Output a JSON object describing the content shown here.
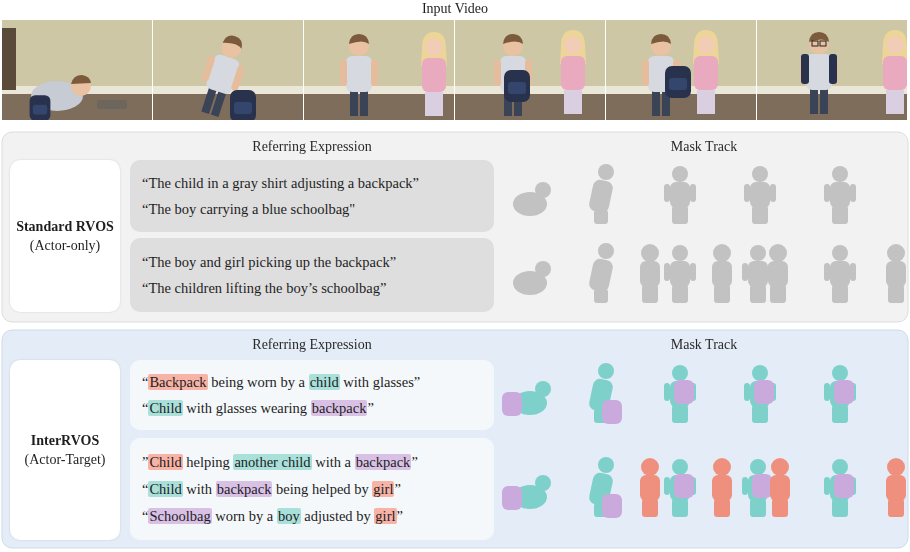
{
  "diagram": {
    "title": "Input Video",
    "nodes": [
      {
        "text": [
          "Referring Expression",
          "Mask Track"
        ]
      },
      {
        "text": [
          "Standard RVOS",
          "(Actor-only)"
        ],
        "in": 0
      },
      {
        "text": [
          "“The child in a gray shirt adjusting a backpack”",
          "“The boy carrying a blue schoolbag\""
        ],
        "in": 0
      },
      {
        "text": [
          "“The boy and girl picking up the backpack”",
          "“The children lifting the boy’s schoolbag”"
        ],
        "in": 0
      },
      {
        "text": [
          "Referring Expression",
          "Mask Track"
        ]
      },
      {
        "text": [
          "InterRVOS",
          "(Actor-Target)"
        ],
        "in": 4
      },
      {
        "text": [
          "“Backpack being worn by a child with glasses”",
          "“Child with glasses wearing backpack”"
        ],
        "in": 4
      },
      {
        "text": [
          "”Child helping another child with a backpack”",
          "“Child with backpack being helped by girl”",
          "“Schoolbag worn by a boy adjusted by girl”"
        ],
        "in": 4
      }
    ],
    "edges": []
  }
}
